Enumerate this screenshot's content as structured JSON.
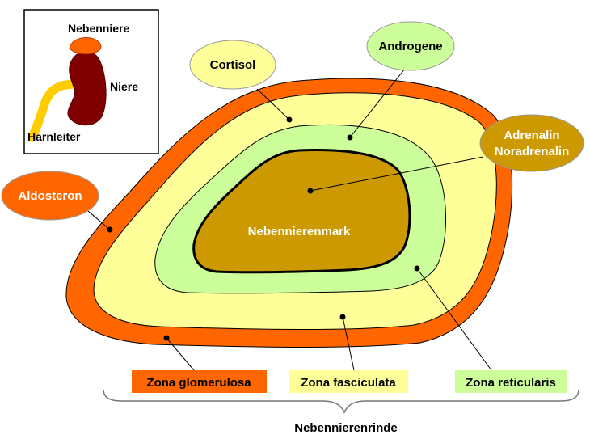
{
  "inset": {
    "nebenniere": "Nebenniere",
    "niere": "Niere",
    "harnleiter": "Harnleiter"
  },
  "labels": {
    "cortisol": "Cortisol",
    "androgene": "Androgene",
    "adrenalin": "Adrenalin",
    "noradrenalin": "Noradrenalin",
    "aldosteron": "Aldosteron",
    "nebennierenmark": "Nebennierenmark"
  },
  "zones": {
    "glomerulosa": "Zona glomerulosa",
    "fasciculata": "Zona fasciculata",
    "reticularis": "Zona reticularis"
  },
  "caption": "Nebennierenrinde",
  "colors": {
    "glomerulosa": "#ff6600",
    "fasciculata": "#ffff99",
    "reticularis": "#ccff99",
    "medulla": "#cc9900",
    "kidney": "#800000",
    "ureter": "#ffcc00",
    "adrenal_gland": "#ff6600"
  }
}
